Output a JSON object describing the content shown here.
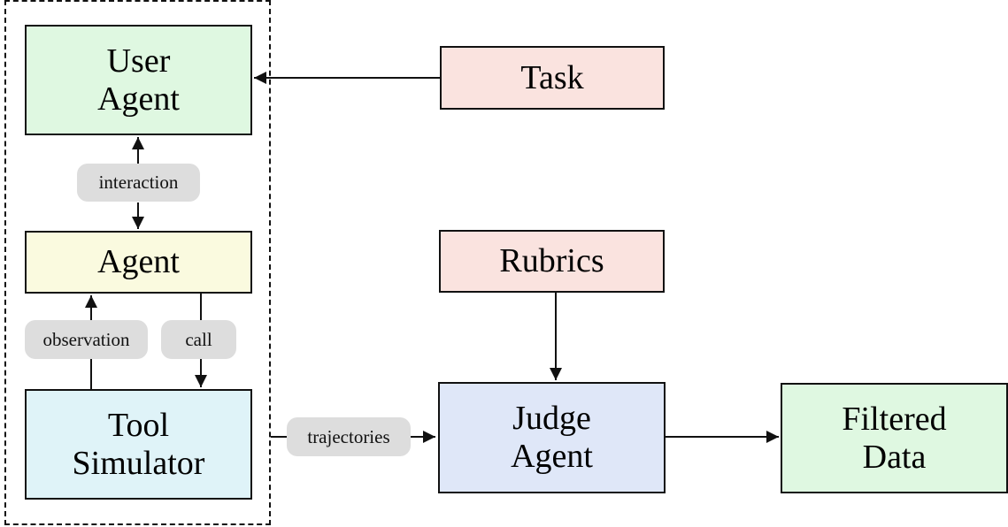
{
  "nodes": {
    "user_agent": {
      "line1": "User",
      "line2": "Agent",
      "fill": "#dff8e1"
    },
    "agent": {
      "label": "Agent",
      "fill": "#fafadf"
    },
    "tool_simulator": {
      "line1": "Tool",
      "line2": "Simulator",
      "fill": "#dff3f8"
    },
    "task": {
      "label": "Task",
      "fill": "#fae3df"
    },
    "rubrics": {
      "label": "Rubrics",
      "fill": "#fae3df"
    },
    "judge_agent": {
      "line1": "Judge",
      "line2": "Agent",
      "fill": "#dfe7f8"
    },
    "filtered_data": {
      "line1": "Filtered",
      "line2": "Data",
      "fill": "#dff8e1"
    }
  },
  "edge_labels": {
    "interaction": "interaction",
    "observation": "observation",
    "call": "call",
    "trajectories": "trajectories"
  },
  "colors": {
    "stroke": "#111111",
    "label_bg": "#dddddd"
  }
}
